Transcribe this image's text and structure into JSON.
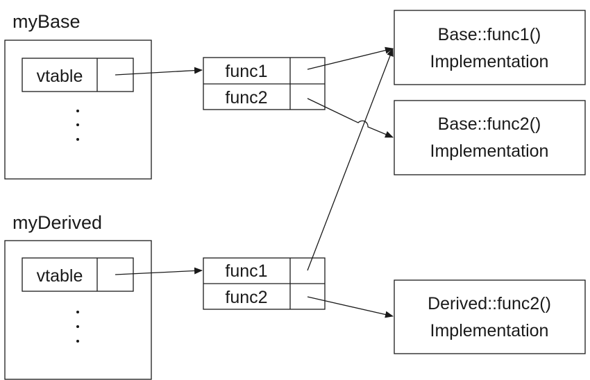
{
  "objects": {
    "base": {
      "name": "myBase",
      "vtable_label": "vtable",
      "ellipsis": "·"
    },
    "derived": {
      "name": "myDerived",
      "vtable_label": "vtable",
      "ellipsis": "·"
    }
  },
  "vtables": {
    "base": {
      "rows": [
        "func1",
        "func2"
      ]
    },
    "derived": {
      "rows": [
        "func1",
        "func2"
      ]
    }
  },
  "implementations": {
    "base_func1": {
      "line1": "Base::func1()",
      "line2": "Implementation"
    },
    "base_func2": {
      "line1": "Base::func2()",
      "line2": "Implementation"
    },
    "derived_func2": {
      "line1": "Derived::func2()",
      "line2": "Implementation"
    }
  },
  "colors": {
    "stroke": "#1a1a1a",
    "background": "#ffffff"
  }
}
